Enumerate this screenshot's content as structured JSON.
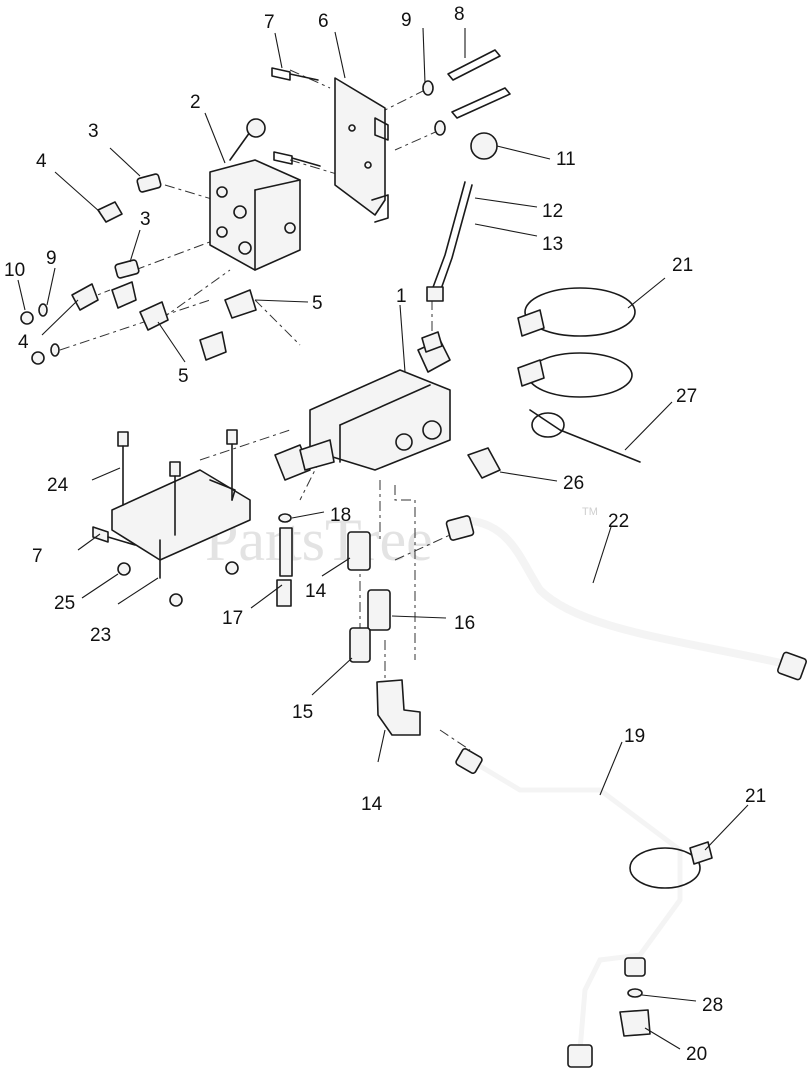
{
  "watermark": {
    "text": "PartsTree",
    "tm": "TM"
  },
  "callouts": [
    {
      "id": "c1",
      "text": "1"
    },
    {
      "id": "c2",
      "text": "2"
    },
    {
      "id": "c3a",
      "text": "3"
    },
    {
      "id": "c3b",
      "text": "3"
    },
    {
      "id": "c4a",
      "text": "4"
    },
    {
      "id": "c4b",
      "text": "4"
    },
    {
      "id": "c5a",
      "text": "5"
    },
    {
      "id": "c5b",
      "text": "5"
    },
    {
      "id": "c6",
      "text": "6"
    },
    {
      "id": "c7a",
      "text": "7"
    },
    {
      "id": "c7b",
      "text": "7"
    },
    {
      "id": "c8",
      "text": "8"
    },
    {
      "id": "c9a",
      "text": "9"
    },
    {
      "id": "c9b",
      "text": "9"
    },
    {
      "id": "c10",
      "text": "10"
    },
    {
      "id": "c11",
      "text": "11"
    },
    {
      "id": "c12",
      "text": "12"
    },
    {
      "id": "c13",
      "text": "13"
    },
    {
      "id": "c14a",
      "text": "14"
    },
    {
      "id": "c14b",
      "text": "14"
    },
    {
      "id": "c15",
      "text": "15"
    },
    {
      "id": "c16",
      "text": "16"
    },
    {
      "id": "c17",
      "text": "17"
    },
    {
      "id": "c18",
      "text": "18"
    },
    {
      "id": "c19",
      "text": "19"
    },
    {
      "id": "c20",
      "text": "20"
    },
    {
      "id": "c21a",
      "text": "21"
    },
    {
      "id": "c21b",
      "text": "21"
    },
    {
      "id": "c22",
      "text": "22"
    },
    {
      "id": "c23",
      "text": "23"
    },
    {
      "id": "c24",
      "text": "24"
    },
    {
      "id": "c25",
      "text": "25"
    },
    {
      "id": "c26",
      "text": "26"
    },
    {
      "id": "c27",
      "text": "27"
    },
    {
      "id": "c28",
      "text": "28"
    }
  ]
}
